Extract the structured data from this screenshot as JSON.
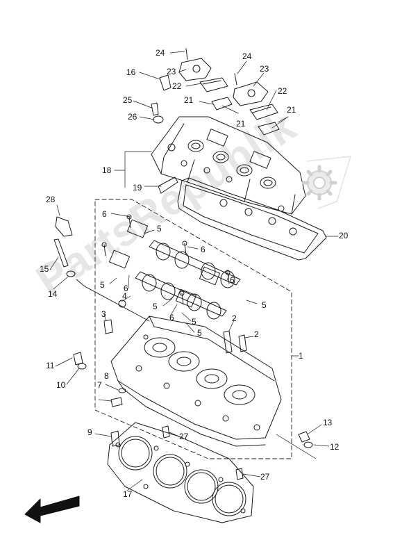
{
  "watermark": {
    "text": "PartsRepublik"
  },
  "callouts": [
    {
      "id": "c1",
      "text": "1"
    },
    {
      "id": "c2a",
      "text": "2"
    },
    {
      "id": "c2b",
      "text": "2"
    },
    {
      "id": "c3",
      "text": "3"
    },
    {
      "id": "c4",
      "text": "4"
    },
    {
      "id": "c5a",
      "text": "5"
    },
    {
      "id": "c5b",
      "text": "5"
    },
    {
      "id": "c5c",
      "text": "5"
    },
    {
      "id": "c5d",
      "text": "5"
    },
    {
      "id": "c5e",
      "text": "5"
    },
    {
      "id": "c5f",
      "text": "5"
    },
    {
      "id": "c6a",
      "text": "6"
    },
    {
      "id": "c6b",
      "text": "6"
    },
    {
      "id": "c6c",
      "text": "6"
    },
    {
      "id": "c6d",
      "text": "6"
    },
    {
      "id": "c6e",
      "text": "6"
    },
    {
      "id": "c7",
      "text": "7"
    },
    {
      "id": "c8",
      "text": "8"
    },
    {
      "id": "c9",
      "text": "9"
    },
    {
      "id": "c10",
      "text": "10"
    },
    {
      "id": "c11",
      "text": "11"
    },
    {
      "id": "c12",
      "text": "12"
    },
    {
      "id": "c13",
      "text": "13"
    },
    {
      "id": "c14",
      "text": "14"
    },
    {
      "id": "c15",
      "text": "15"
    },
    {
      "id": "c16",
      "text": "16"
    },
    {
      "id": "c17",
      "text": "17"
    },
    {
      "id": "c18",
      "text": "18"
    },
    {
      "id": "c19",
      "text": "19"
    },
    {
      "id": "c20",
      "text": "20"
    },
    {
      "id": "c21a",
      "text": "21"
    },
    {
      "id": "c21b",
      "text": "21"
    },
    {
      "id": "c21c",
      "text": "21"
    },
    {
      "id": "c22a",
      "text": "22"
    },
    {
      "id": "c22b",
      "text": "22"
    },
    {
      "id": "c23a",
      "text": "23"
    },
    {
      "id": "c23b",
      "text": "23"
    },
    {
      "id": "c24a",
      "text": "24"
    },
    {
      "id": "c24b",
      "text": "24"
    },
    {
      "id": "c25",
      "text": "25"
    },
    {
      "id": "c26",
      "text": "26"
    },
    {
      "id": "c27a",
      "text": "27"
    },
    {
      "id": "c27b",
      "text": "27"
    },
    {
      "id": "c28",
      "text": "28"
    }
  ]
}
